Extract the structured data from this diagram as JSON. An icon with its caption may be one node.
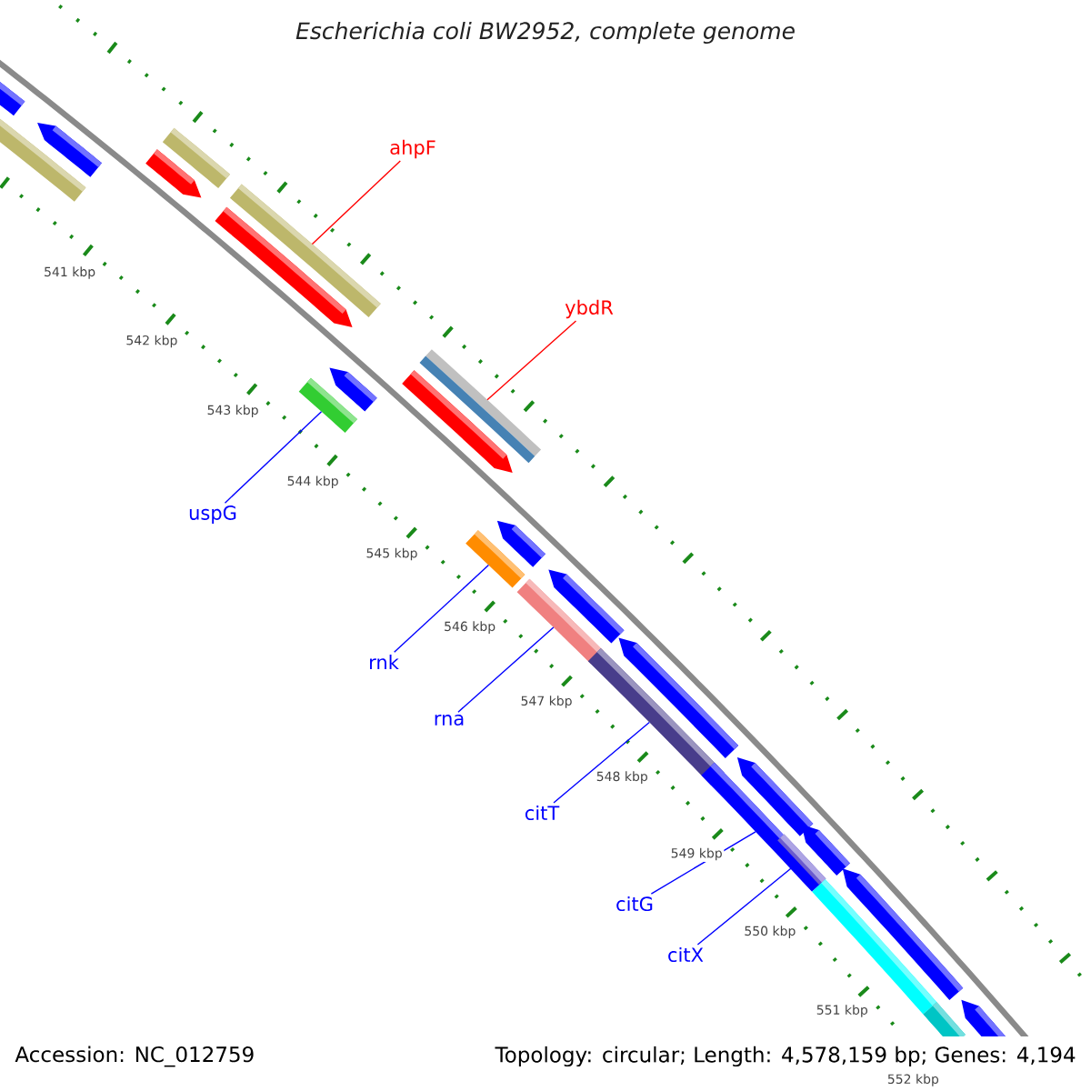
{
  "diagram": {
    "title": "Escherichia coli BW2952, complete genome",
    "nodes": [
      {
        "text": [
          "ahpF"
        ]
      },
      {
        "text": [
          "ybdR"
        ]
      },
      {
        "text": [
          "uspG"
        ]
      },
      {
        "text": [
          "rnk"
        ]
      },
      {
        "text": [
          "rna"
        ]
      },
      {
        "text": [
          "citT"
        ]
      },
      {
        "text": [
          "citG"
        ]
      },
      {
        "text": [
          "citX"
        ]
      },
      {
        "text": [],
        "shape": "arrow"
      },
      {
        "text": [],
        "shape": "bar"
      },
      {
        "text": [],
        "shape": "arrow"
      },
      {
        "text": [],
        "shape": "arrow"
      },
      {
        "text": [],
        "shape": "bar"
      },
      {
        "text": [],
        "shape": "arrow"
      },
      {
        "text": [],
        "shape": "bar"
      },
      {
        "text": [],
        "shape": "bar"
      },
      {
        "text": [],
        "shape": "arrow"
      },
      {
        "text": [],
        "shape": "arrow"
      },
      {
        "text": [],
        "shape": "bar"
      },
      {
        "text": [],
        "shape": "bar"
      },
      {
        "text": [],
        "shape": "arrow"
      },
      {
        "text": [],
        "shape": "bar"
      },
      {
        "text": [],
        "shape": "arrow"
      },
      {
        "text": [],
        "shape": "bar"
      },
      {
        "text": [],
        "shape": "arrow"
      },
      {
        "text": [],
        "shape": "bar"
      },
      {
        "text": [],
        "shape": "arrow"
      },
      {
        "text": [],
        "shape": "bar",
        "in": 25
      },
      {
        "text": [],
        "shape": "arrow"
      },
      {
        "text": [],
        "shape": "arrow"
      },
      {
        "text": [],
        "shape": "bar"
      },
      {
        "text": [],
        "shape": "bar"
      },
      {
        "text": [],
        "shape": "arrow"
      }
    ],
    "edges": [
      {
        "from": 0,
        "to": 14,
        "arrow": "none",
        "color": "#ff0000"
      },
      {
        "from": 1,
        "to": 18,
        "arrow": "none",
        "color": "#ff0000"
      },
      {
        "from": 2,
        "to": 15,
        "arrow": "none"
      },
      {
        "from": 3,
        "to": 19,
        "arrow": "none"
      },
      {
        "from": 4,
        "to": 21,
        "arrow": "none"
      },
      {
        "from": 5,
        "to": 23,
        "arrow": "none"
      },
      {
        "from": 6,
        "to": 25,
        "arrow": "none"
      },
      {
        "from": 7,
        "to": 27,
        "arrow": "none"
      }
    ],
    "labels": [
      "541 kbp",
      "542 kbp",
      "543 kbp",
      "544 kbp",
      "545 kbp",
      "546 kbp",
      "547 kbp",
      "548 kbp",
      "549 kbp",
      "550 kbp",
      "551 kbp",
      "552 kbp",
      "Accession: NC_012759",
      "Topology: circular; Length: 4,578,159 bp; Genes: 4,194"
    ]
  }
}
